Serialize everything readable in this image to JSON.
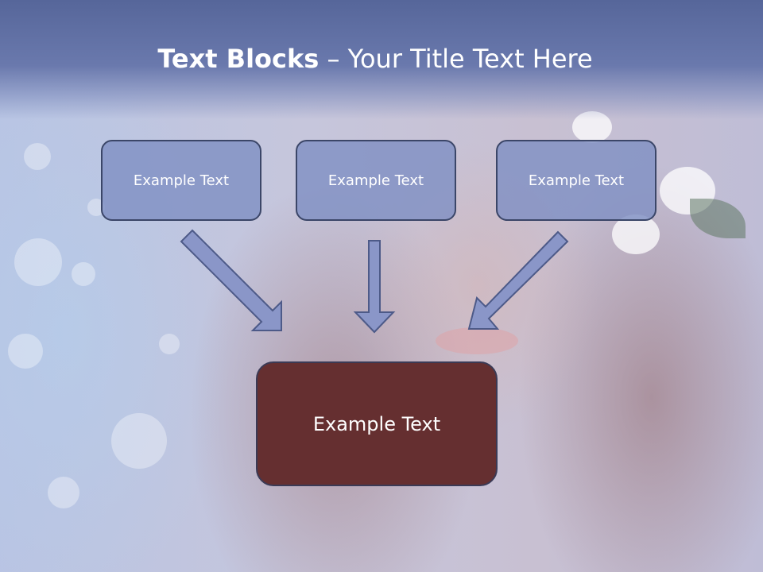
{
  "slide": {
    "title_bold": "Text Blocks",
    "title_dash": "–",
    "title_rest": "Your Title Text Here",
    "boxes": [
      {
        "label": "Example Text"
      },
      {
        "label": "Example Text"
      },
      {
        "label": "Example Text"
      }
    ],
    "main_box": {
      "label": "Example Text"
    },
    "colors": {
      "title_band": "#5f6ea3",
      "small_box_fill": "#8090c3",
      "main_box_fill": "#652f30",
      "box_border": "#3b4668",
      "arrow_fill": "#8a96c8"
    }
  }
}
